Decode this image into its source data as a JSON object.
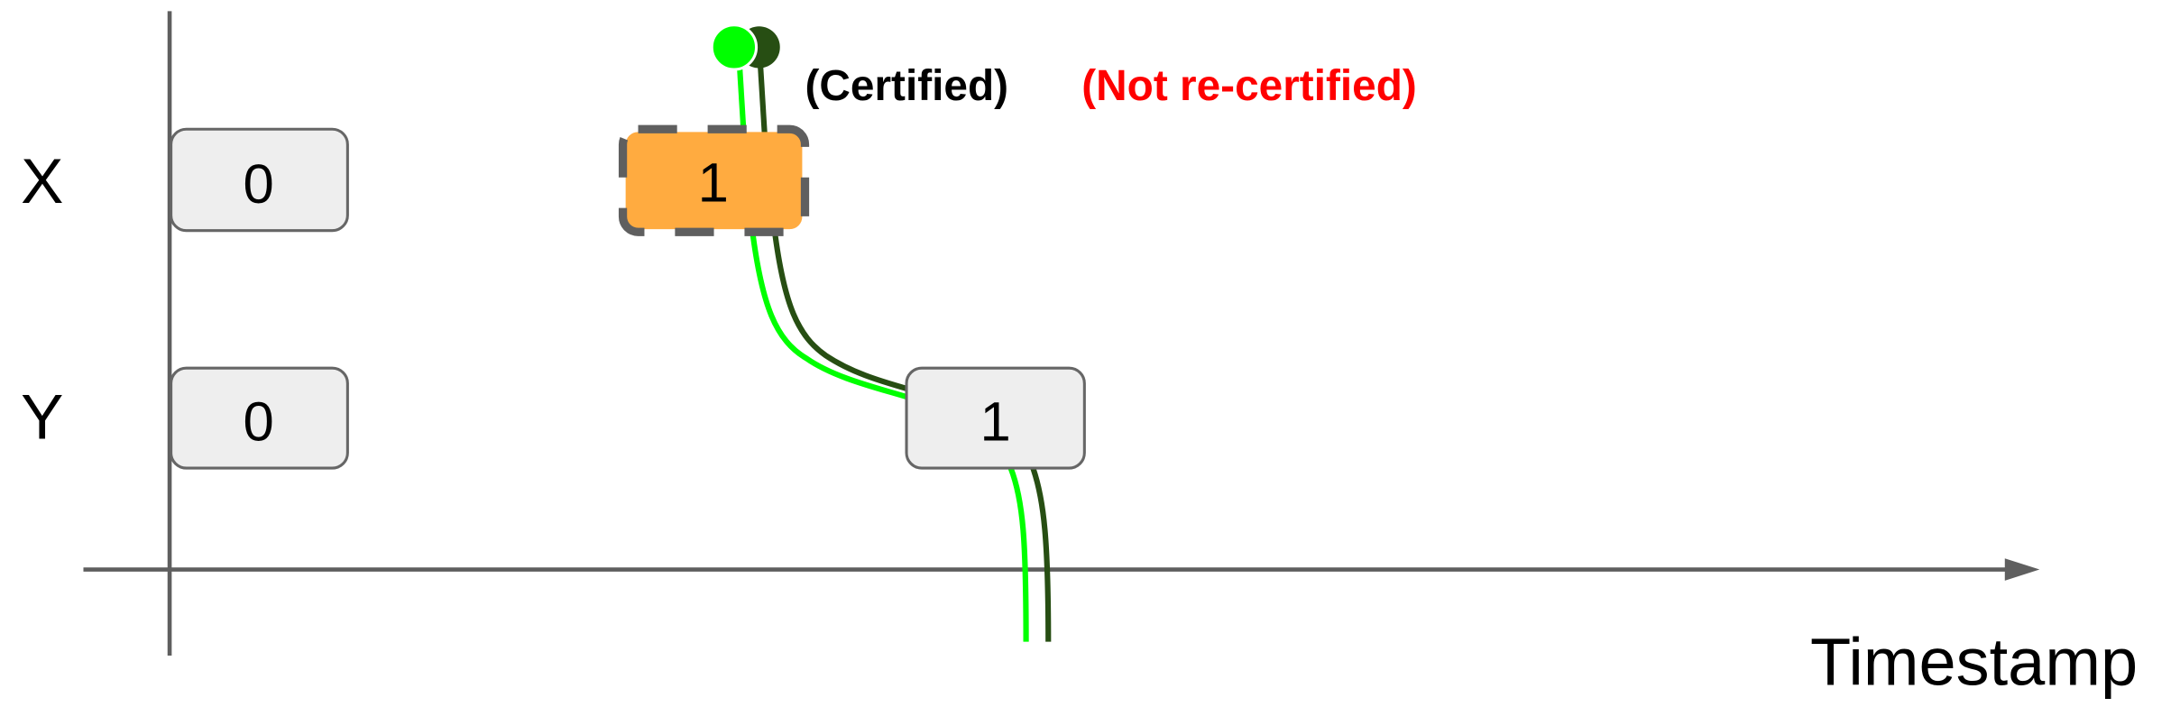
{
  "rows": {
    "x_label": "X",
    "y_label": "Y"
  },
  "axis": {
    "x_label": "Timestamp"
  },
  "boxes": {
    "x0": "0",
    "y0": "0",
    "x1": "1",
    "y1": "1"
  },
  "legend": {
    "certified": "(Certified)",
    "not_recertified": "(Not re-certified)"
  },
  "colors": {
    "axis": "#5f5f5f",
    "box_fill": "#eeeeee",
    "box_border": "#666666",
    "highlight_fill": "#ffab40",
    "certified_green": "#00ff00",
    "dark_green": "#274e13",
    "red": "#ff0000"
  }
}
